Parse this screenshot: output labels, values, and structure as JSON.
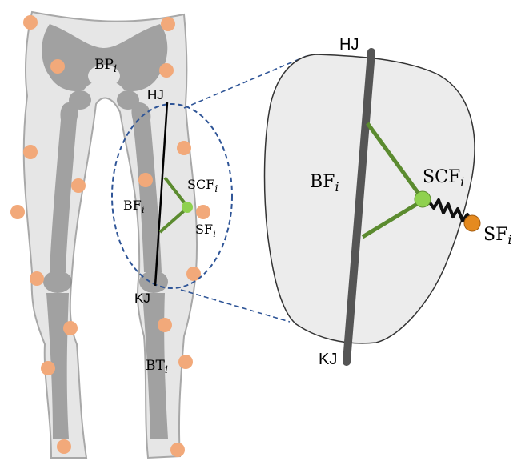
{
  "colors": {
    "skin_fill": "#e6e6e6",
    "skin_stroke": "#a8a8a8",
    "bone": "#8a8a8a",
    "marker": "#f2a97a",
    "ellipse": "#2f5597",
    "spring_line": "#5b8b2f",
    "sc_node": "#8fd14f",
    "bone_rod": "#555555",
    "spring": "#111111",
    "sf_node": "#e58a1f"
  },
  "labels": {
    "pelvis": {
      "base": "BP",
      "sub": "i"
    },
    "tibia": {
      "base": "BT",
      "sub": "i"
    },
    "small": {
      "hj": "HJ",
      "kj": "KJ",
      "bf": {
        "base": "BF",
        "sub": "i"
      },
      "scf": {
        "base": "SCF",
        "sub": "i"
      },
      "sf": {
        "base": "SF",
        "sub": "i"
      }
    },
    "zoom": {
      "hj": "HJ",
      "kj": "KJ",
      "bf": {
        "base": "BF",
        "sub": "i"
      },
      "scf": {
        "base": "SCF",
        "sub": "i"
      },
      "sf": {
        "base": "SF",
        "sub": "i"
      }
    }
  }
}
